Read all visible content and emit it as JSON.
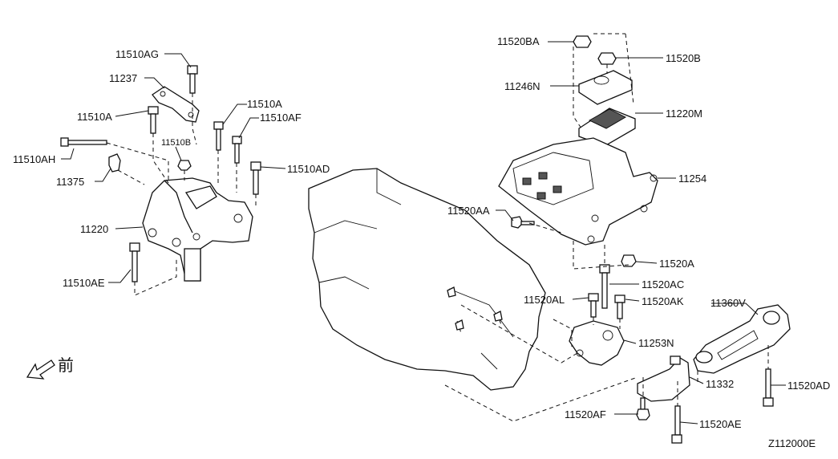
{
  "diagram": {
    "code": "Z112000E",
    "front_marker": "前",
    "labels": {
      "p11510AG": "11510AG",
      "p11237": "11237",
      "p11510A_left": "11510A",
      "p11510A_mid": "11510A",
      "p11510AF": "11510AF",
      "p11510AH": "11510AH",
      "p11510B": "11510B",
      "p11375": "11375",
      "p11510AD": "11510AD",
      "p11220": "11220",
      "p11510AE": "11510AE",
      "p11520BA": "11520BA",
      "p11520B": "11520B",
      "p11246N": "11246N",
      "p11220M": "11220M",
      "p11254": "11254",
      "p11520AA": "11520AA",
      "p11520A": "11520A",
      "p11520AC": "11520AC",
      "p11520AL": "11520AL",
      "p11520AK": "11520AK",
      "p11360V": "11360V",
      "p11253N": "11253N",
      "p11332": "11332",
      "p11520AD": "11520AD",
      "p11520AF": "11520AF",
      "p11520AE": "11520AE"
    }
  }
}
